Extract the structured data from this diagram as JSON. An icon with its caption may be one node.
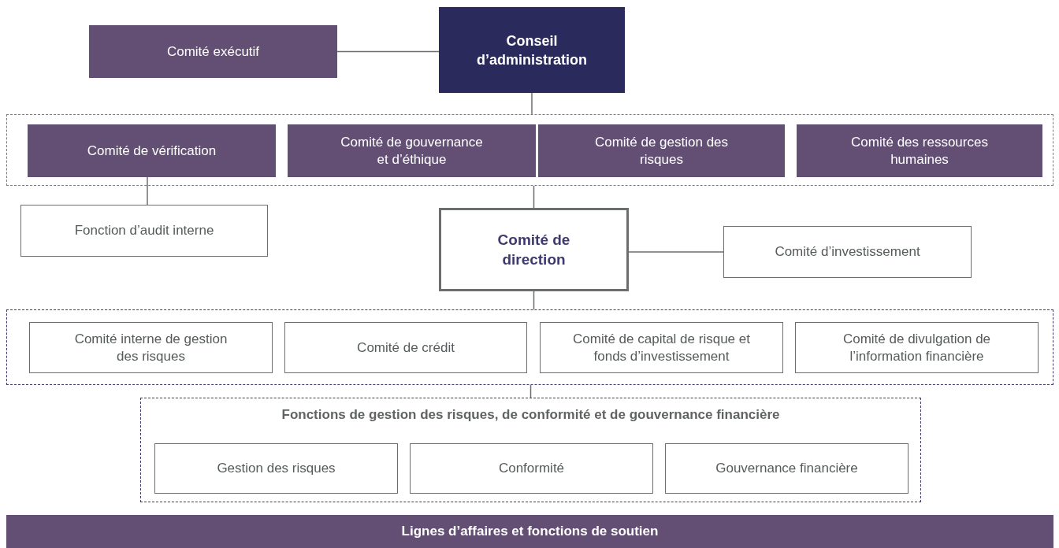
{
  "diagram": {
    "nodes": [
      {
        "text": [
          "Comité exécutif"
        ]
      },
      {
        "text": [
          "Conseil d’administration"
        ]
      },
      {
        "text": [],
        "shape": "box"
      },
      {
        "text": [
          "Comité de vérification"
        ],
        "in": 2
      },
      {
        "text": [
          "Comité de gouvernance et d’éthique"
        ],
        "in": 2
      },
      {
        "text": [
          "Comité de gestion des risques"
        ],
        "in": 2
      },
      {
        "text": [
          "Comité des ressources humaines"
        ],
        "in": 2
      },
      {
        "text": [
          "Fonction d’audit interne"
        ]
      },
      {
        "text": [
          "Comité de direction"
        ]
      },
      {
        "text": [
          "Comité d’investissement"
        ]
      },
      {
        "text": [],
        "shape": "box"
      },
      {
        "text": [
          "Comité interne de gestion des risques"
        ],
        "in": 10
      },
      {
        "text": [
          "Comité de crédit"
        ],
        "in": 10
      },
      {
        "text": [
          "Comité de capital de risque et fonds d’investissement"
        ],
        "in": 10
      },
      {
        "text": [
          "Comité de divulgation de l’information financière"
        ],
        "in": 10
      },
      {
        "text": [
          "Fonctions de gestion des risques, de conformité et de gouvernance financière"
        ]
      },
      {
        "text": [
          "Gestion des risques"
        ],
        "in": 15
      },
      {
        "text": [
          "Conformité"
        ],
        "in": 15
      },
      {
        "text": [
          "Gouvernance financière"
        ],
        "in": 15
      },
      {
        "text": [
          "Lignes d’affaires et fonctions de soutien"
        ]
      }
    ],
    "edges": [
      {
        "from": 0,
        "to": 1,
        "arrow": "none"
      },
      {
        "from": 1,
        "to": 2,
        "arrow": "none"
      },
      {
        "from": 2,
        "to": 8,
        "arrow": "none"
      },
      {
        "from": 3,
        "to": 7,
        "arrow": "none"
      },
      {
        "from": 8,
        "to": 9,
        "arrow": "none"
      },
      {
        "from": 8,
        "to": 10,
        "arrow": "none"
      },
      {
        "from": 10,
        "to": 15,
        "arrow": "none"
      }
    ]
  }
}
